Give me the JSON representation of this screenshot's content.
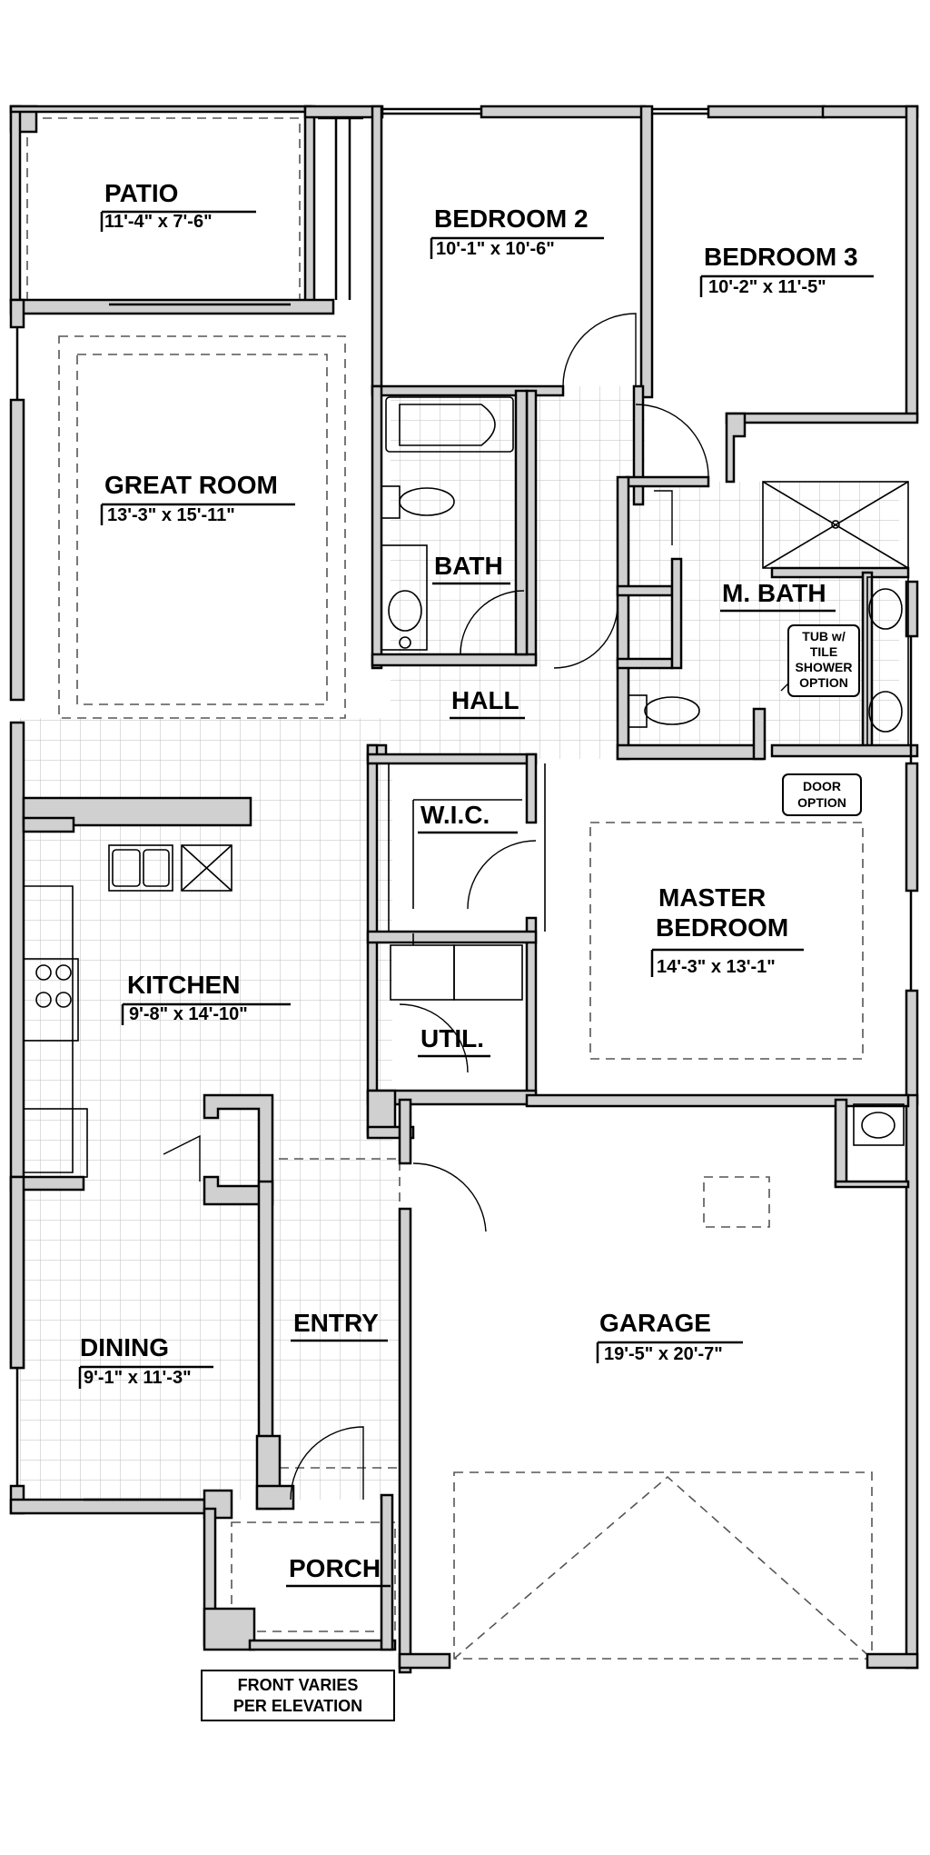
{
  "rooms": {
    "patio": {
      "name": "PATIO",
      "dim": "11'-4\" x 7'-6\""
    },
    "bedroom2": {
      "name": "BEDROOM 2",
      "dim": "10'-1\" x 10'-6\""
    },
    "bedroom3": {
      "name": "BEDROOM 3",
      "dim": "10'-2\" x 11'-5\""
    },
    "great_room": {
      "name": "GREAT ROOM",
      "dim": "13'-3\" x 15'-11\""
    },
    "bath": {
      "name": "BATH"
    },
    "master_bath": {
      "name": "M. BATH"
    },
    "hall": {
      "name": "HALL"
    },
    "wic": {
      "name": "W.I.C."
    },
    "master_bedroom": {
      "name_line1": "MASTER",
      "name_line2": "BEDROOM",
      "dim": "14'-3\" x 13'-1\""
    },
    "kitchen": {
      "name": "KITCHEN",
      "dim": "9'-8\" x 14'-10\""
    },
    "util": {
      "name": "UTIL."
    },
    "entry": {
      "name": "ENTRY"
    },
    "garage": {
      "name": "GARAGE",
      "dim": "19'-5\" x 20'-7\""
    },
    "dining": {
      "name": "DINING",
      "dim": "9'-1\" x 11'-3\""
    },
    "porch": {
      "name": "PORCH"
    }
  },
  "notes": {
    "tub_option": {
      "line1": "TUB w/",
      "line2": "TILE",
      "line3": "SHOWER",
      "line4": "OPTION"
    },
    "door_option": {
      "line1": "DOOR",
      "line2": "OPTION"
    },
    "front_varies": {
      "line1": "FRONT VARIES",
      "line2": "PER ELEVATION"
    }
  }
}
